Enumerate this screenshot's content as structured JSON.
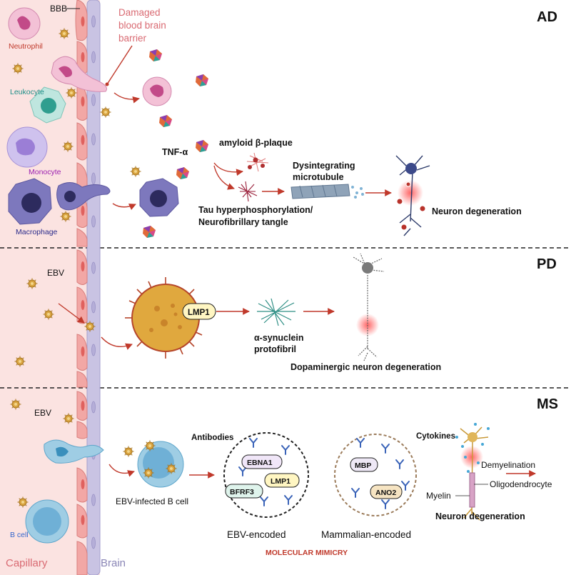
{
  "panels": {
    "ad": {
      "tag": "AD"
    },
    "pd": {
      "tag": "PD"
    },
    "ms": {
      "tag": "MS"
    }
  },
  "left_labels": {
    "bbb": "BBB",
    "damaged_barrier": [
      "Damaged",
      "blood brain",
      "barrier"
    ],
    "capillary": "Capillary",
    "brain": "Brain"
  },
  "immune_cells": {
    "neutrophil": "Neutrophil",
    "leukocyte": "Leukocyte",
    "monocyte": "Monocyte",
    "macrophage": "Macrophage",
    "b_cell": "B cell"
  },
  "ad": {
    "tnf": "TNF-α",
    "amyloid": "amyloid β-plaque",
    "microtubule": [
      "Dysintegrating",
      "microtubule"
    ],
    "tau": [
      "Tau hyperphosphorylation/",
      "Neurofibrillary tangle"
    ],
    "neuron": "Neuron degeneration"
  },
  "pd": {
    "ebv": "EBV",
    "lmp1": "LMP1",
    "synuclein": [
      "α-synuclein",
      "protofibril"
    ],
    "neuron": "Dopaminergic neuron degeneration"
  },
  "ms": {
    "ebv": "EBV",
    "antibodies": "Antibodies",
    "ebna1": "EBNA1",
    "lmp1": "LMP1",
    "bfrf3": "BFRF3",
    "infected": "EBV-infected B cell",
    "ebv_encoded": "EBV-encoded",
    "mbp": "MBP",
    "ano2": "ANO2",
    "mammalian_encoded": "Mammalian-encoded",
    "mimicry": "MOLECULAR MIMICRY",
    "cytokines": "Cytokines",
    "demyelination": "Demyelination",
    "oligodendrocyte": "Oligodendrocyte",
    "myelin": "Myelin",
    "neuron": "Neuron degeneration"
  },
  "colors": {
    "capillary_bg": "#fbe3e1",
    "endothelium": "#f2a7a5",
    "brain_wall": "#c9c3e3",
    "arrow": "#c0392b",
    "virus": "#d9a441",
    "label_red": "#c0392b",
    "label_purple": "#9b1fb0",
    "label_teal": "#1f8f88",
    "label_blue": "#3366cc",
    "label_navy": "#2a2a8a",
    "label_pink": "#d96a72",
    "brain_label": "#8a86b6"
  }
}
